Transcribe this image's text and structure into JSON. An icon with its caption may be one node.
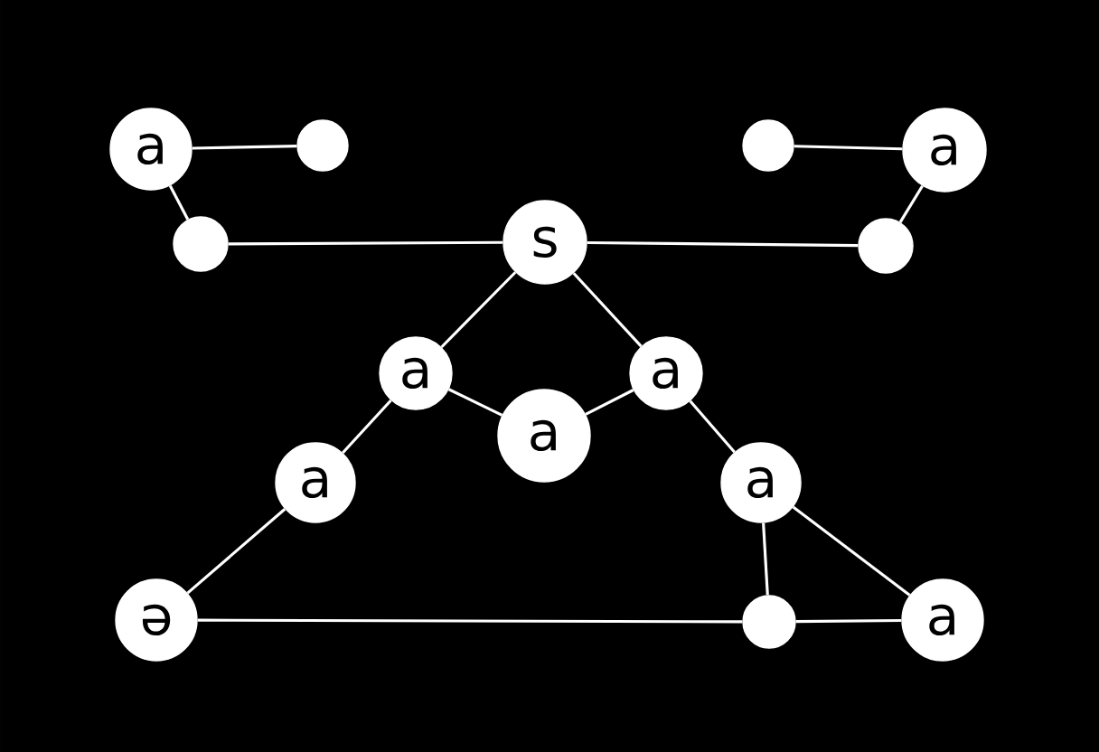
{
  "diagram": {
    "nodes": [
      {
        "text": [
          "a"
        ]
      },
      {
        "text": [],
        "shape": "circle"
      },
      {
        "text": [],
        "shape": "circle"
      },
      {
        "text": [
          "a"
        ]
      },
      {
        "text": [],
        "shape": "circle"
      },
      {
        "text": [
          "s"
        ]
      },
      {
        "text": [],
        "shape": "circle"
      },
      {
        "text": [
          "a"
        ]
      },
      {
        "text": [
          "a"
        ]
      },
      {
        "text": [
          "a"
        ]
      },
      {
        "text": [
          "a"
        ]
      },
      {
        "text": [
          "a"
        ]
      },
      {
        "text": [
          "ə"
        ]
      },
      {
        "text": [],
        "shape": "circle"
      },
      {
        "text": [
          "a"
        ]
      }
    ],
    "edges": [
      {
        "from": 0,
        "to": 1,
        "arrow": "none"
      },
      {
        "from": 0,
        "to": 4,
        "arrow": "none"
      },
      {
        "from": 4,
        "to": 5,
        "arrow": "none"
      },
      {
        "from": 5,
        "to": 6,
        "arrow": "none"
      },
      {
        "from": 2,
        "to": 3,
        "arrow": "none"
      },
      {
        "from": 3,
        "to": 6,
        "arrow": "none"
      },
      {
        "from": 5,
        "to": 7,
        "arrow": "none"
      },
      {
        "from": 5,
        "to": 8,
        "arrow": "none"
      },
      {
        "from": 7,
        "to": 9,
        "arrow": "none"
      },
      {
        "from": 9,
        "to": 8,
        "arrow": "none"
      },
      {
        "from": 7,
        "to": 10,
        "arrow": "none"
      },
      {
        "from": 8,
        "to": 11,
        "arrow": "none"
      },
      {
        "from": 10,
        "to": 12,
        "arrow": "none"
      },
      {
        "from": 12,
        "to": 13,
        "arrow": "none"
      },
      {
        "from": 13,
        "to": 14,
        "arrow": "none"
      },
      {
        "from": 11,
        "to": 13,
        "arrow": "none"
      },
      {
        "from": 11,
        "to": 14,
        "arrow": "none"
      }
    ]
  }
}
